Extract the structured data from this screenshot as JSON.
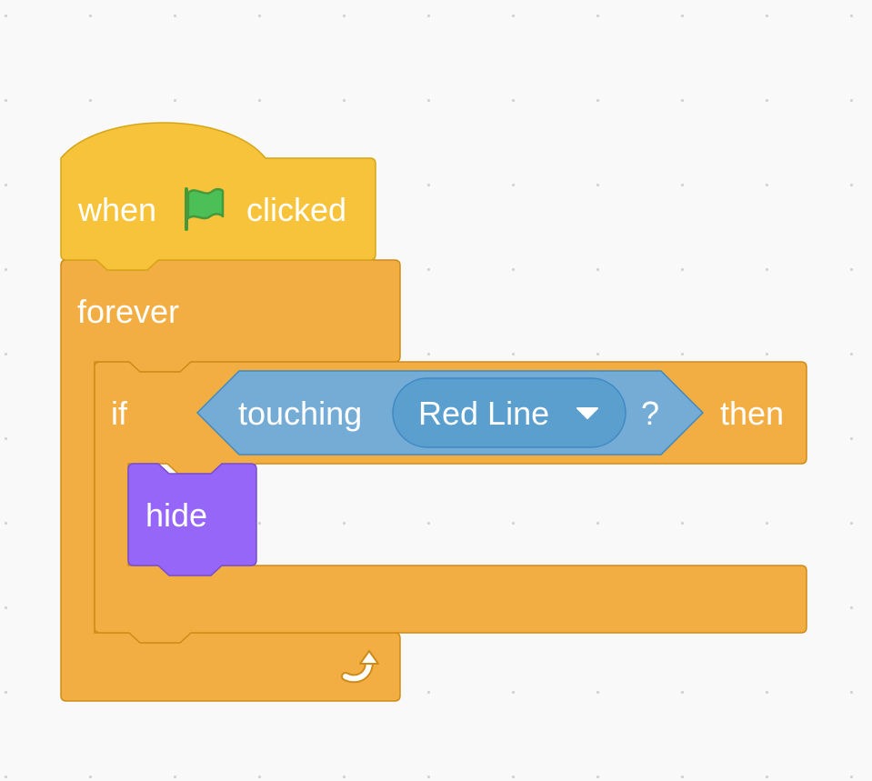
{
  "workspace": {
    "background_color": "#f9f9f9",
    "dot_color": "#d2d2d2"
  },
  "colors": {
    "events": "#f6c33b",
    "control": "#f2ae43",
    "sensing": "#75acd6",
    "sensing_menu": "#5b9fcf",
    "looks": "#9566f8",
    "text": "#ffffff"
  },
  "script": {
    "hat_block": {
      "category": "events",
      "label_before": "when",
      "icon": "green-flag-icon",
      "label_after": "clicked"
    },
    "forever_block": {
      "category": "control",
      "label": "forever",
      "icon": "loop-arrow-icon"
    },
    "if_block": {
      "category": "control",
      "label_if": "if",
      "label_then": "then",
      "condition": {
        "category": "sensing",
        "label": "touching",
        "menu_value": "Red Line",
        "menu_icon": "dropdown-arrow-icon",
        "suffix": "?"
      }
    },
    "hide_block": {
      "category": "looks",
      "label": "hide"
    }
  }
}
